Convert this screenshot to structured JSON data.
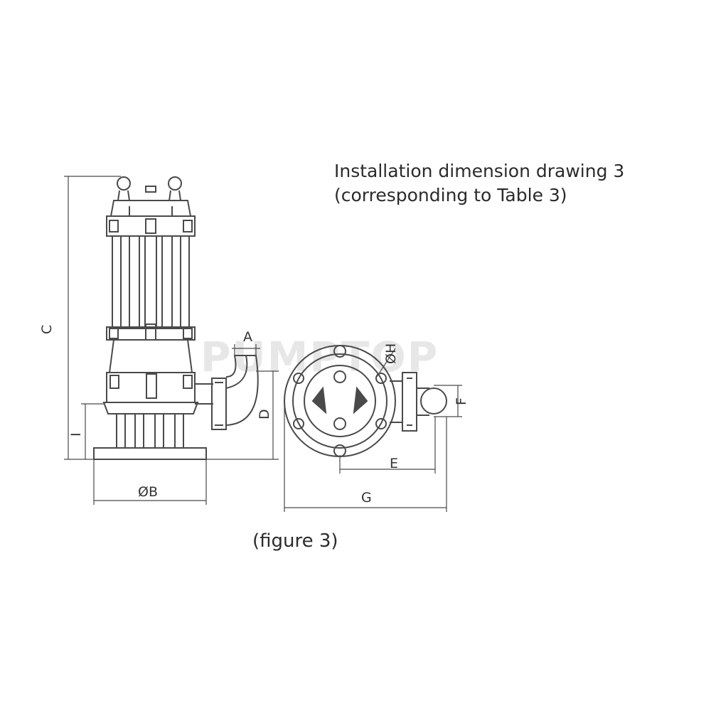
{
  "title": {
    "line1": "Installation dimension drawing 3",
    "line2": "(corresponding to Table 3)"
  },
  "caption": "(figure 3)",
  "watermark": "PUMPTOP",
  "dimensions": {
    "A": "A",
    "B": "ØB",
    "C": "C",
    "D": "D",
    "E": "E",
    "F": "F",
    "G": "G",
    "H": "ØH",
    "I": "I"
  },
  "colors": {
    "line": "#4a4a4a",
    "text": "#2b2b2b",
    "watermark": "#bdbdbd"
  }
}
